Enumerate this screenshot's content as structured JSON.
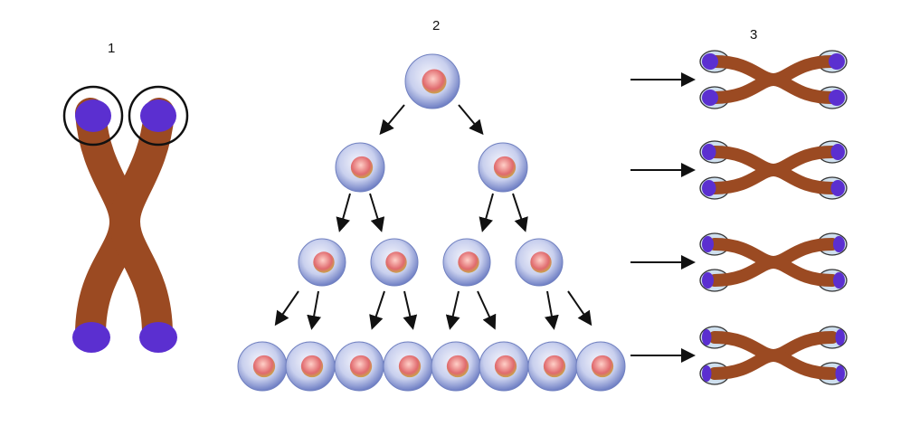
{
  "labels": {
    "panel1": "1",
    "panel2": "2",
    "panel3": "3"
  },
  "colors": {
    "chromatid": "#9b4a22",
    "telomere": "#5b2fd0",
    "cell_outer": "#8a9ad6",
    "nucleus": "#e8787c",
    "arrow": "#111111"
  },
  "telomere_lengths": [
    1.0,
    0.75,
    0.5,
    0.25
  ]
}
